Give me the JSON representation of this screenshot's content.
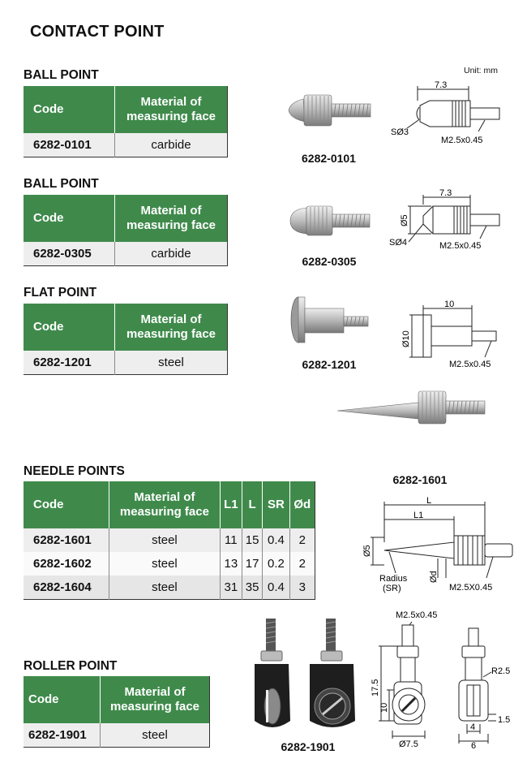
{
  "page_title": "CONTACT POINT",
  "unit_label": "Unit: mm",
  "table_headers": {
    "code": "Code",
    "material_line1": "Material of",
    "material_line2": "measuring face"
  },
  "ball_point_1": {
    "title": "BALL POINT",
    "row": {
      "code": "6282-0101",
      "material": "carbide"
    },
    "photo_label": "6282-0101",
    "dims": {
      "length": "7.3",
      "sphere": "SØ3",
      "thread": "M2.5x0.45"
    }
  },
  "ball_point_2": {
    "title": "BALL POINT",
    "row": {
      "code": "6282-0305",
      "material": "carbide"
    },
    "photo_label": "6282-0305",
    "dims": {
      "length": "7.3",
      "dia": "Ø5",
      "sphere": "SØ4",
      "thread": "M2.5x0.45"
    }
  },
  "flat_point": {
    "title": "FLAT POINT",
    "row": {
      "code": "6282-1201",
      "material": "steel"
    },
    "photo_label": "6282-1201",
    "dims": {
      "length": "10",
      "dia": "Ø10",
      "thread": "M2.5x0.45"
    }
  },
  "needle_points": {
    "title": "NEEDLE POINTS",
    "headers": {
      "l1": "L1",
      "l": "L",
      "sr": "SR",
      "d": "Ød"
    },
    "rows": [
      {
        "code": "6282-1601",
        "material": "steel",
        "l1": "11",
        "l": "15",
        "sr": "0.4",
        "d": "2"
      },
      {
        "code": "6282-1602",
        "material": "steel",
        "l1": "13",
        "l": "17",
        "sr": "0.2",
        "d": "2"
      },
      {
        "code": "6282-1604",
        "material": "steel",
        "l1": "31",
        "l": "35",
        "sr": "0.4",
        "d": "3"
      }
    ],
    "photo_label": "6282-1601",
    "dims": {
      "L": "L",
      "L1": "L1",
      "dia5": "Ø5",
      "dia_d": "Ød",
      "radius1": "Radius",
      "radius2": "(SR)",
      "thread": "M2.5X0.45"
    }
  },
  "roller_point": {
    "title": "ROLLER POINT",
    "row": {
      "code": "6282-1901",
      "material": "steel"
    },
    "photo_label": "6282-1901",
    "dims": {
      "thread": "M2.5x0.45",
      "h17": "17.5",
      "h10": "10",
      "dia": "Ø7.5",
      "r": "R2.5",
      "w15": "1.5",
      "w4": "4",
      "w6": "6"
    }
  }
}
